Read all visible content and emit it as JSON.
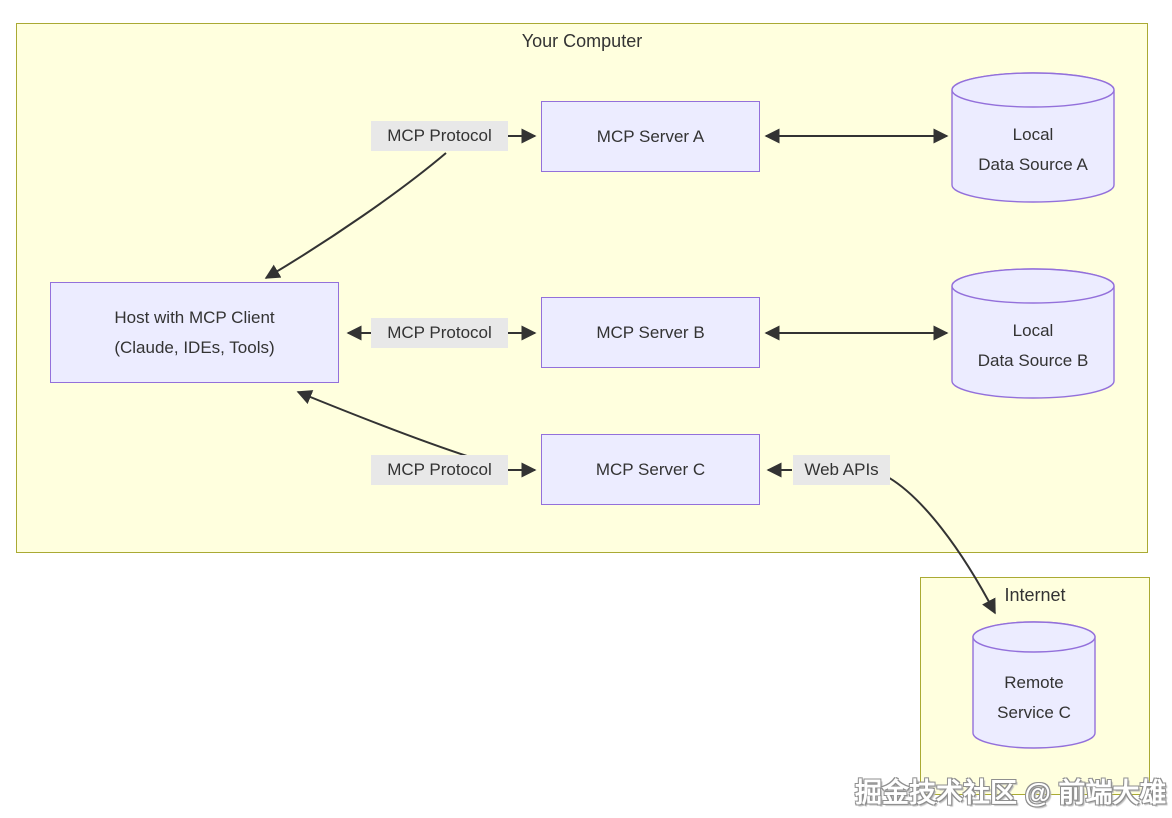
{
  "clusters": {
    "your_computer": {
      "title": "Your Computer"
    },
    "internet": {
      "title": "Internet"
    }
  },
  "nodes": {
    "host": {
      "line1": "Host with MCP Client",
      "line2": "(Claude, IDEs, Tools)"
    },
    "server_a": {
      "label": "MCP Server A"
    },
    "server_b": {
      "label": "MCP Server B"
    },
    "server_c": {
      "label": "MCP Server C"
    },
    "data_source_a": {
      "line1": "Local",
      "line2": "Data Source A"
    },
    "data_source_b": {
      "line1": "Local",
      "line2": "Data Source B"
    },
    "remote_service_c": {
      "line1": "Remote",
      "line2": "Service C"
    }
  },
  "edge_labels": {
    "mcp_protocol_a": "MCP Protocol",
    "mcp_protocol_b": "MCP Protocol",
    "mcp_protocol_c": "MCP Protocol",
    "web_apis": "Web APIs"
  },
  "watermark": "掘金技术社区 @ 前端大雄",
  "colors": {
    "cluster_fill": "#ffffde",
    "cluster_border": "#aaaa33",
    "node_fill": "#ECECFF",
    "node_border": "#9370DB",
    "edge": "#333333",
    "label_bg": "#e8e8e8",
    "text": "#333333"
  }
}
